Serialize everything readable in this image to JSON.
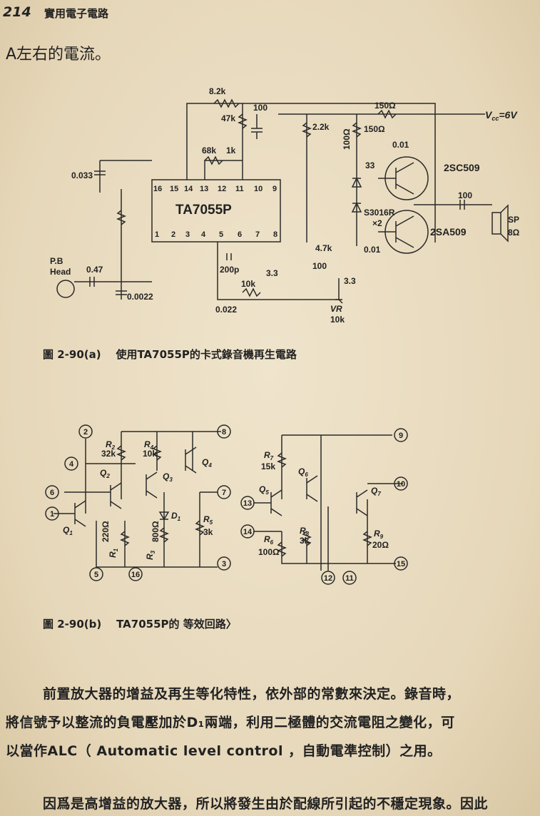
{
  "header": {
    "page_number": "214",
    "book_title": "實用電子電路"
  },
  "top_line": "A左右的電流。",
  "fig_a": {
    "caption_num": "圖 2-90(a)",
    "caption_text": "使用TA7055P的卡式錄音機再生電路",
    "ic_name": "TA7055P",
    "pins_top": [
      "16",
      "15",
      "14",
      "13",
      "12",
      "11",
      "10",
      "9"
    ],
    "pins_bottom": [
      "1",
      "2",
      "3",
      "4",
      "5",
      "6",
      "7",
      "8"
    ],
    "labels": {
      "r82k": "8.2k",
      "r47k": "47k",
      "c100": "100",
      "r150": "150Ω",
      "vcc": "V",
      "vcc_sub": "cc",
      "vcc_val": "=6V",
      "r22k": "2.2k",
      "r150b": "150Ω",
      "c001": "0.01",
      "r100": "100Ω",
      "c33": "33",
      "q1": "2SC509",
      "r68k": "68k",
      "r1k": "1k",
      "c0033": "0.033",
      "c100out": "100",
      "sp": "SP",
      "sp_ohm": "8Ω",
      "diode": "S3016R",
      "diode_x": "×2",
      "q2": "2SA509",
      "r47kb": "4.7k",
      "c001b": "0.01",
      "pb": "P.B",
      "head": "Head",
      "c047": "0.47",
      "c200p": "200p",
      "c33a": "3.3",
      "c100b": "100",
      "c33b": "3.3",
      "c0022": "0.0022",
      "r10k": "10k",
      "c0022b": "0.022",
      "vr": "VR",
      "vr_val": "10k"
    }
  },
  "fig_b": {
    "caption_num": "圖 2-90(b)",
    "caption_text": "TA7055P的 等效回路〉",
    "labels": {
      "n2": "2",
      "n4": "4",
      "n6": "6",
      "n1": "1",
      "n5": "5",
      "n16": "16",
      "n3": "3",
      "n8": "8",
      "n7": "7",
      "n9": "9",
      "n13": "13",
      "n14": "14",
      "n12": "12",
      "n11": "11",
      "n15": "15",
      "n10": "10",
      "r2": "R",
      "r2s": "2",
      "r2v": "32k",
      "r4": "R",
      "r4s": "4",
      "r4v": "10k",
      "q2": "Q",
      "q2s": "2",
      "q3": "Q",
      "q3s": "3",
      "q4": "Q",
      "q4s": "4",
      "q1": "Q",
      "q1s": "1",
      "d1": "D",
      "d1s": "1",
      "r5": "R",
      "r5s": "5",
      "r5v": "3k",
      "r1": "R",
      "r1s": "1",
      "r1v": "220Ω",
      "r3": "R",
      "r3s": "3",
      "r3v": "800Ω",
      "r7": "R",
      "r7s": "7",
      "r7v": "15k",
      "q6": "Q",
      "q6s": "6",
      "q5": "Q",
      "q5s": "5",
      "q7": "Q",
      "q7s": "7",
      "r6": "R",
      "r6s": "6",
      "r6v": "100Ω",
      "r8": "R",
      "r8s": "8",
      "r8v": "3k",
      "r9": "R",
      "r9s": "9",
      "r9v": "20Ω"
    }
  },
  "body_text": [
    "前置放大器的增益及再生等化特性，依外部的常數來決定。錄音時，",
    "將信號予以整流的負電壓加於D₁兩端，利用二極體的交流電阻之變化，可",
    "以當作ALC（ Automatic   level  control ，自動電準控制）之用。",
    "因爲是高增益的放大器，所以將發生由於配線所引起的不穩定現象。因此"
  ]
}
